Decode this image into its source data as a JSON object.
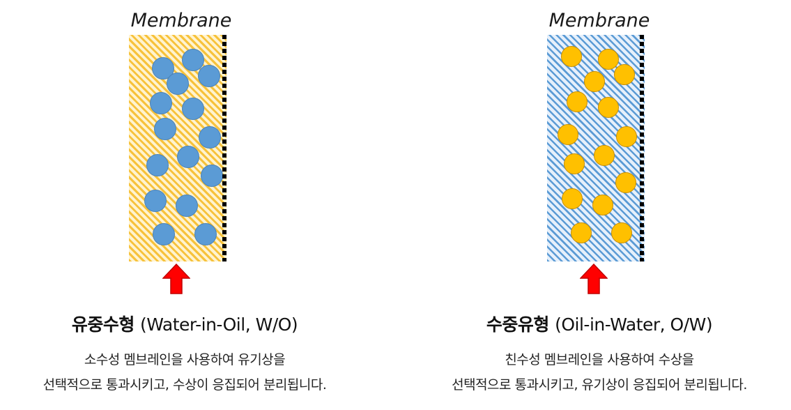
{
  "left": {
    "membrane_label": "Membrane",
    "title_ko": "유중수형",
    "title_en": "(Water-in-Oil, W/O)",
    "desc_line1": "소수성 멤브레인을 사용하여 유기상을",
    "desc_line2": "선택적으로 통과시키고, 수상이 응집되어 분리됩니다.",
    "membrane_color": "#f7c23b",
    "droplet_color": "#5b9bd5"
  },
  "right": {
    "membrane_label": "Membrane",
    "title_ko": "수중유형",
    "title_en": "(Oil-in-Water, O/W)",
    "desc_line1": "친수성 멤브레인을 사용하여 수상을",
    "desc_line2": "선택적으로 통과시키고, 유기상이 응집되어 분리됩니다.",
    "membrane_color": "#5b9bd5",
    "droplet_color": "#ffc000"
  },
  "arrow_color": "#ff0000"
}
